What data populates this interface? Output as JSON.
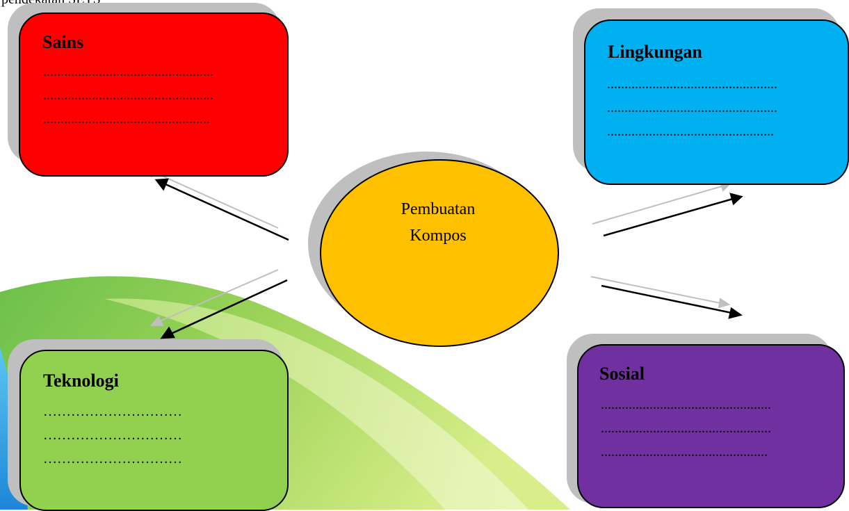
{
  "header_fragment": "pendekatan SETS",
  "center": {
    "line1": "Pembuatan",
    "line2": "Kompos",
    "fill": "#FFC000"
  },
  "boxes": {
    "sains": {
      "title": "Sains",
      "fill": "#FF0000",
      "lines": [
        ".................................................",
        ".................................................",
        "................................................"
      ]
    },
    "lingkungan": {
      "title": "Lingkungan",
      "fill": "#00B0F0",
      "lines": [
        ".................................................",
        ".................................................",
        "................................................"
      ]
    },
    "teknologi": {
      "title": "Teknologi",
      "fill": "#92D050",
      "lines": [
        "…………………………",
        "…………………………",
        "…………………………"
      ]
    },
    "sosial": {
      "title": "Sosial",
      "fill": "#7030A0",
      "lines": [
        ".................................................",
        ".................................................",
        "................................................"
      ]
    }
  },
  "colors": {
    "arrow_dark": "#000000",
    "arrow_light": "#bfbfbf",
    "shadow": "#bfbfbf"
  }
}
